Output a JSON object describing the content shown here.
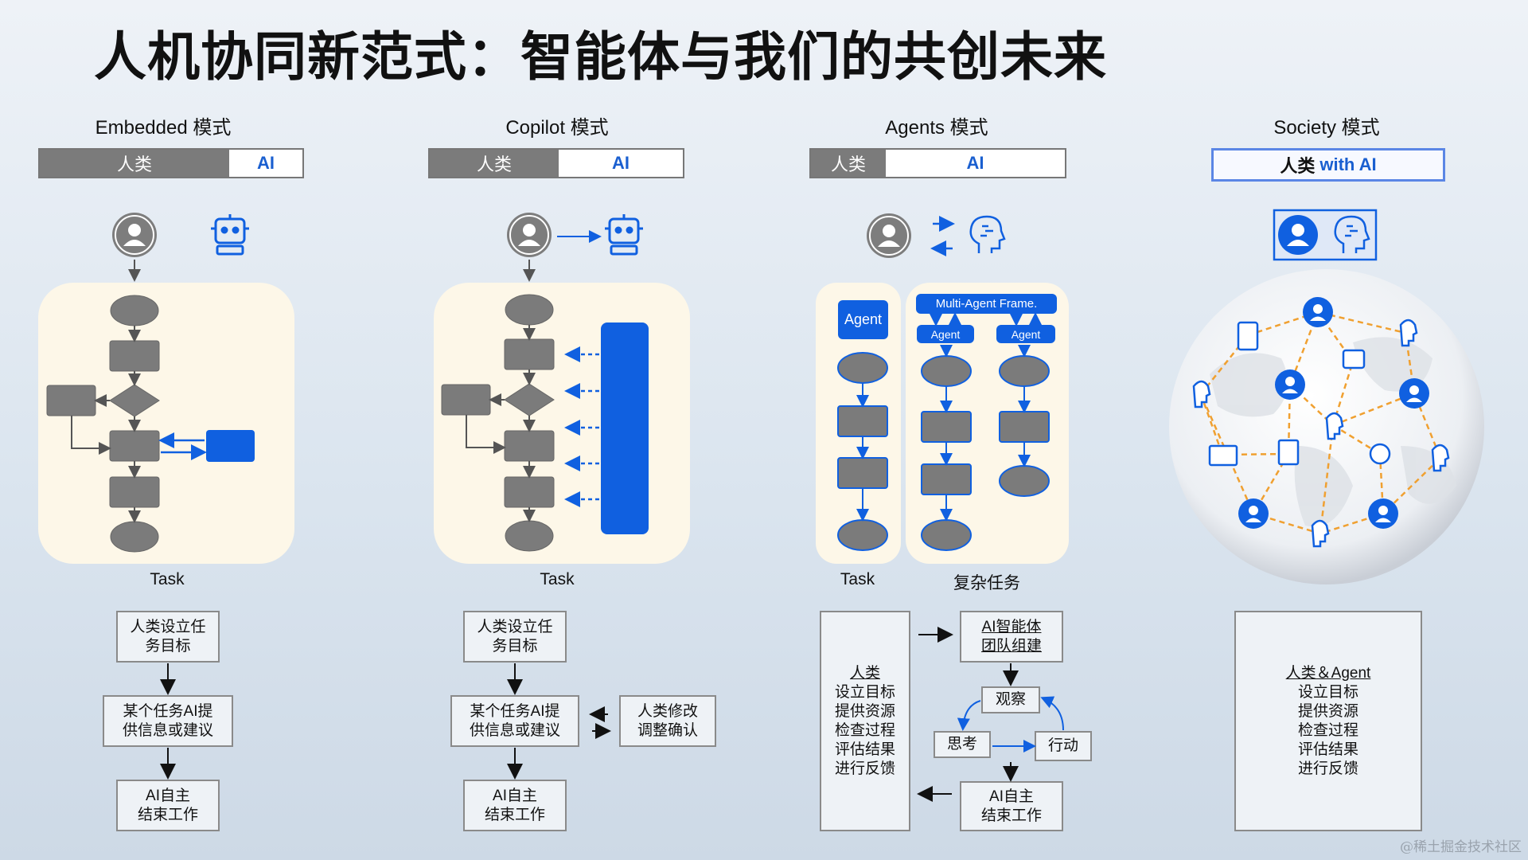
{
  "title": "人机协同新范式：智能体与我们的共创未来",
  "columns": {
    "embedded": {
      "title": "Embedded 模式",
      "human": "人类",
      "ai": "AI",
      "task": "Task",
      "box1": "人类设立任\n务目标",
      "box2": "某个任务AI提\n供信息或建议",
      "box3": "AI自主\n结束工作"
    },
    "copilot": {
      "title": "Copilot 模式",
      "human": "人类",
      "ai": "AI",
      "task": "Task",
      "box1": "人类设立任\n务目标",
      "box2": "某个任务AI提\n供信息或建议",
      "box3": "AI自主\n结束工作",
      "side": "人类修改\n调整确认"
    },
    "agents": {
      "title": "Agents 模式",
      "human": "人类",
      "ai": "AI",
      "task": "Task",
      "complex": "复杂任务",
      "agent_label": "Agent",
      "frame_label": "Multi-Agent Frame.",
      "sub_agent_1": "Agent",
      "sub_agent_2": "Agent",
      "human_box_title": "人类",
      "human_box_lines": "设立目标\n提供资源\n检查过程\n评估结果\n进行反馈",
      "team": "AI智能体\n团队组建",
      "observe": "观察",
      "think": "思考",
      "act": "行动",
      "finish": "AI自主\n结束工作"
    },
    "society": {
      "title": "Society 模式",
      "bar_human": "人类",
      "bar_ai": "with AI",
      "box_title": "人类＆Agent",
      "box_lines": "设立目标\n提供资源\n检查过程\n评估结果\n进行反馈"
    }
  },
  "colors": {
    "accent_blue": "#1060e0",
    "gray": "#808080",
    "panel": "#fdf7e8",
    "orange": "#f0a030"
  },
  "watermark": "@稀土掘金技术社区"
}
